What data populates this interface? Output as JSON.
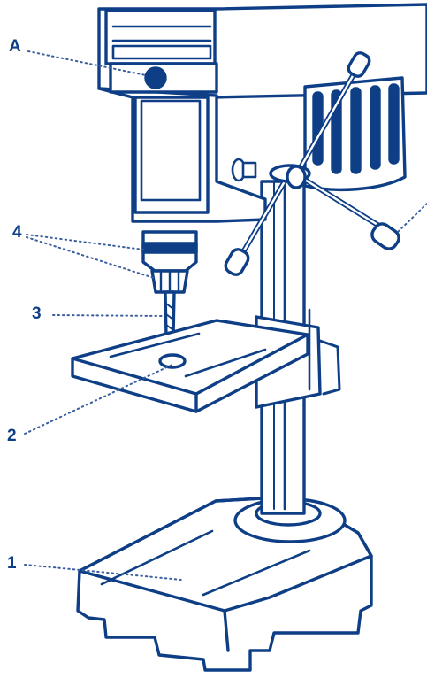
{
  "colors": {
    "ink": "#0e3f86",
    "fill": "#ffffff",
    "leader": "#3a5fa0"
  },
  "labels": {
    "a": "A",
    "four": "4",
    "three": "3",
    "two": "2",
    "one": "1"
  }
}
